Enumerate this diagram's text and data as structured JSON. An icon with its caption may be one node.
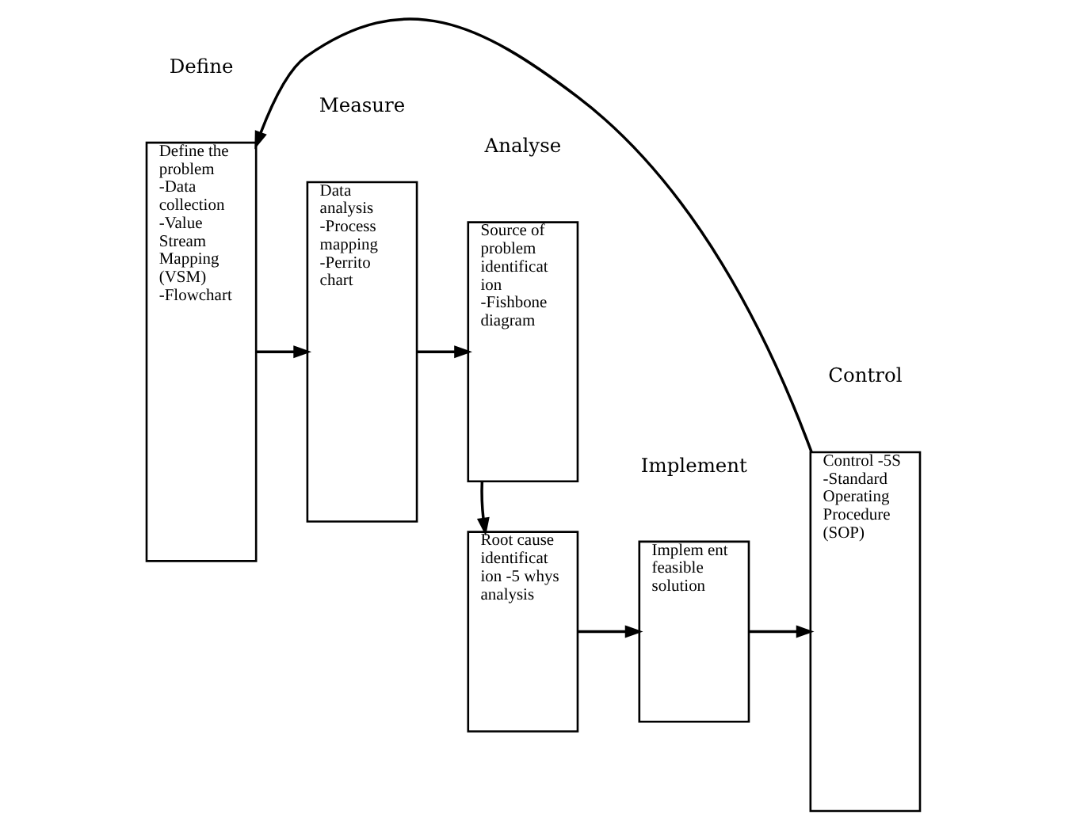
{
  "diagram": {
    "nodes": [
      {
        "text": [
          "Define the problem -Data collection -Value Stream Mapping (VSM) -Flowchart"
        ]
      },
      {
        "text": [
          "Data analysis -Process mapping -Perrito chart"
        ]
      },
      {
        "text": [
          "Source of problem identificat ion -Fishbone diagram"
        ]
      },
      {
        "text": [
          "Implem ent feasible solution"
        ]
      },
      {
        "text": [
          "Control -5S -Standard Operating Procedure (SOP)"
        ]
      },
      {
        "text": [
          "Root cause identificat ion -5 whys analysis"
        ]
      }
    ],
    "edges": [
      {
        "from": 0,
        "to": 1,
        "arrow": "to"
      },
      {
        "from": 1,
        "to": 2,
        "arrow": "to"
      },
      {
        "from": 2,
        "to": 5,
        "arrow": "to"
      },
      {
        "from": 5,
        "to": 3,
        "arrow": "to"
      },
      {
        "from": 3,
        "to": 4,
        "arrow": "to"
      },
      {
        "from": 4,
        "to": 0,
        "arrow": "to"
      }
    ],
    "labels": [
      "Define",
      "Measure",
      "Analyse",
      "Implement",
      "Control"
    ]
  }
}
